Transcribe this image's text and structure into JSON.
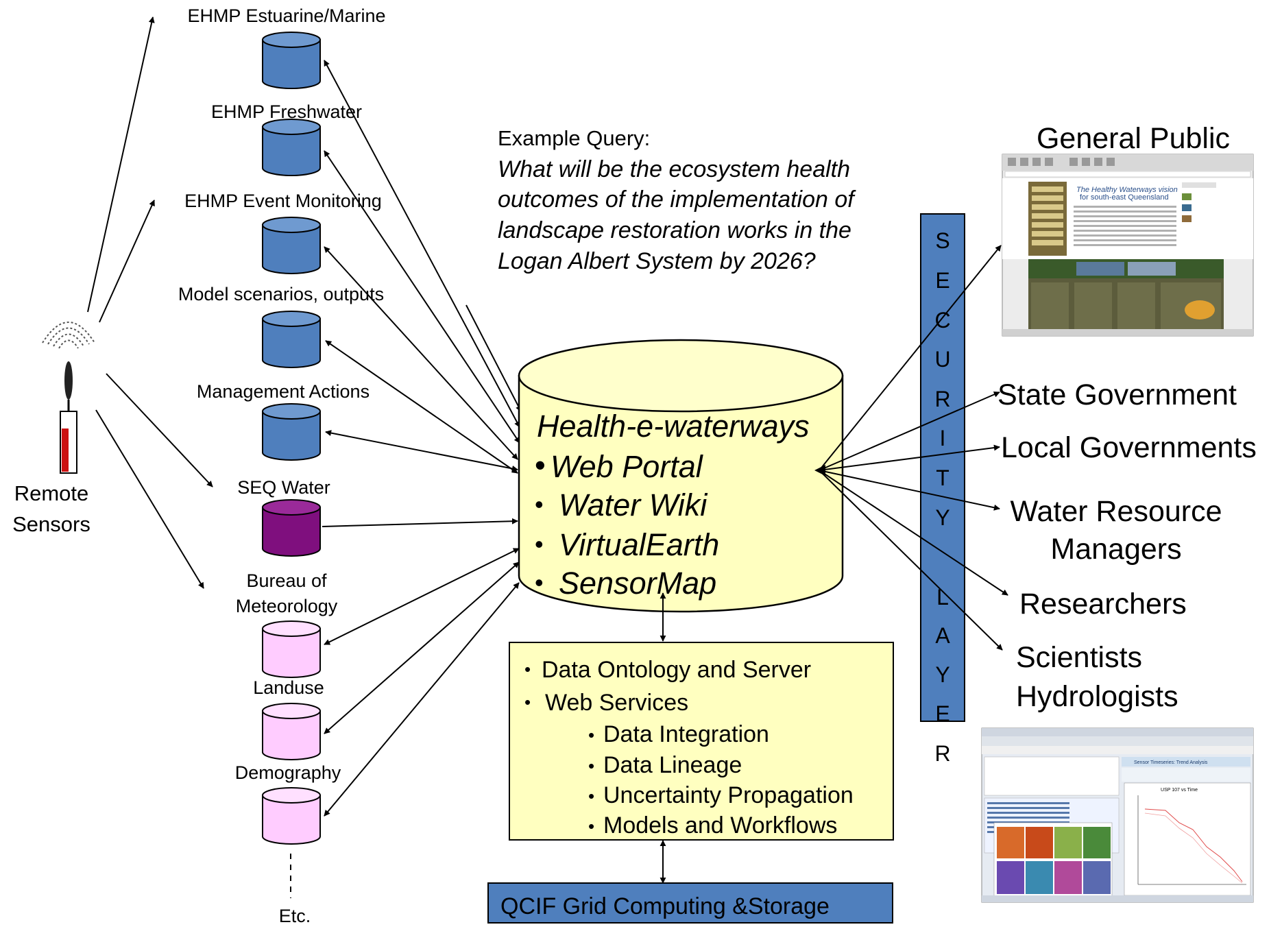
{
  "sensors": {
    "label_line1": "Remote",
    "label_line2": "Sensors"
  },
  "sources": [
    {
      "label": "EHMP Estuarine/Marine",
      "color": "#4f7fbd"
    },
    {
      "label": "EHMP Freshwater",
      "color": "#4f7fbd"
    },
    {
      "label": "EHMP Event Monitoring",
      "color": "#4f7fbd"
    },
    {
      "label": "Model scenarios, outputs",
      "color": "#4f7fbd"
    },
    {
      "label": "Management Actions",
      "color": "#4f7fbd"
    },
    {
      "label": "SEQ Water",
      "color": "#7f0f7e"
    },
    {
      "label_line1": "Bureau of",
      "label_line2": "Meteorology",
      "color": "#ffccff"
    },
    {
      "label": "Landuse",
      "color": "#ffccff"
    },
    {
      "label": "Demography",
      "color": "#ffccff"
    }
  ],
  "etc_label": "Etc.",
  "query": {
    "heading": "Example Query:",
    "lines": [
      "What will be the ecosystem health",
      "outcomes of the implementation of",
      "landscape restoration works in the",
      "Logan Albert System by 2026?"
    ]
  },
  "hub": {
    "title": "Health-e-waterways",
    "items": [
      "Web Portal",
      "Water Wiki",
      "VirtualEarth",
      "SensorMap"
    ],
    "color": "#ffffc0"
  },
  "services": {
    "items": [
      "Data Ontology and Server",
      "Web Services"
    ],
    "subitems": [
      "Data Integration",
      "Data Lineage",
      "Uncertainty Propagation",
      "Models and Workflows"
    ]
  },
  "grid": {
    "label": "QCIF Grid Computing &Storage",
    "color": "#4f7fbd"
  },
  "security": {
    "letters_top": [
      "S",
      "E",
      "C",
      "U",
      "R",
      "I",
      "T",
      "Y"
    ],
    "letters_bottom": [
      "L",
      "A",
      "Y",
      "E",
      "R"
    ],
    "color": "#4f7fbd"
  },
  "audiences": [
    "General Public",
    "State Government",
    "Local Governments",
    "Water Resource",
    "Managers",
    "Researchers",
    "Scientists",
    "Hydrologists"
  ],
  "screenshots": {
    "public_site": {
      "title_line1": "The Healthy Waterways vision",
      "title_line2": "for south-east Queensland"
    },
    "analysis_app": {
      "title": "Sensor Timeseries: Trend Analysis",
      "chart_title": "USP 107 vs Time"
    }
  }
}
